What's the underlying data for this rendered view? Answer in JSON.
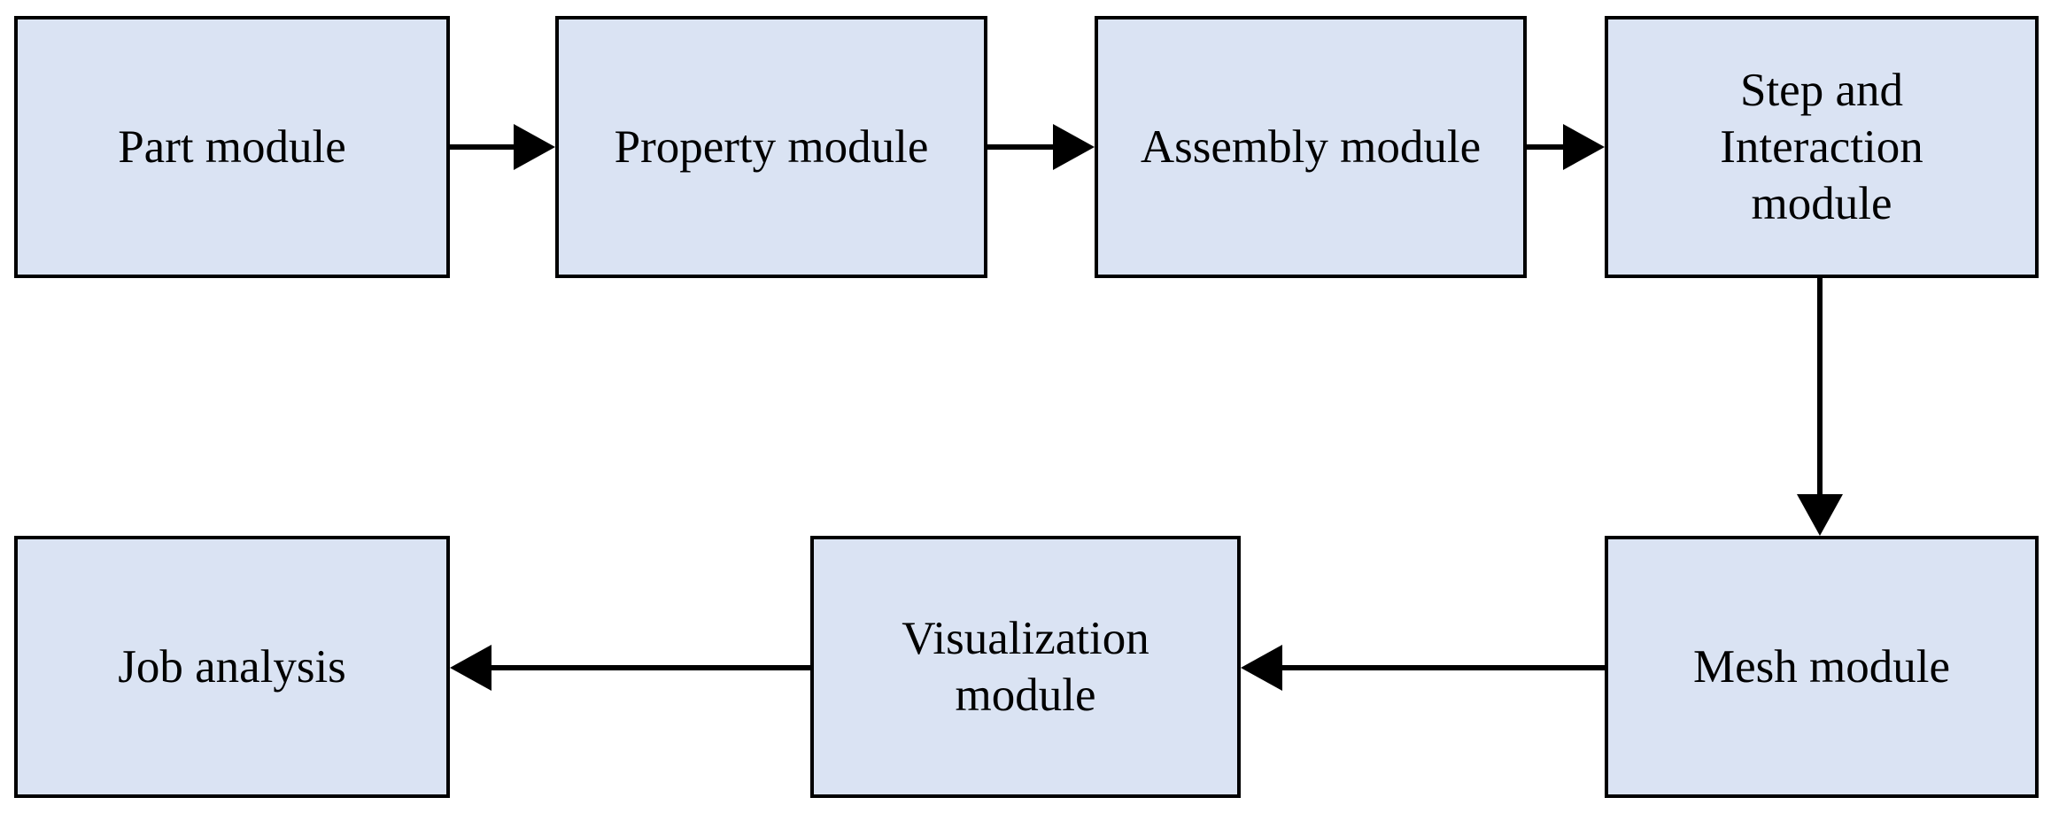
{
  "diagram": {
    "colors": {
      "box_fill": "#dae3f3",
      "box_border": "#000000",
      "arrow": "#000000"
    },
    "nodes": [
      {
        "id": "part",
        "label": "Part module"
      },
      {
        "id": "property",
        "label": "Property module"
      },
      {
        "id": "assembly",
        "label": "Assembly module"
      },
      {
        "id": "step",
        "label": "Step and\nInteraction\nmodule"
      },
      {
        "id": "mesh",
        "label": "Mesh module"
      },
      {
        "id": "visualization",
        "label": "Visualization\nmodule"
      },
      {
        "id": "job",
        "label": "Job analysis"
      }
    ],
    "edges": [
      {
        "from": "part",
        "to": "property"
      },
      {
        "from": "property",
        "to": "assembly"
      },
      {
        "from": "assembly",
        "to": "step"
      },
      {
        "from": "step",
        "to": "mesh"
      },
      {
        "from": "mesh",
        "to": "visualization"
      },
      {
        "from": "visualization",
        "to": "job"
      }
    ]
  }
}
